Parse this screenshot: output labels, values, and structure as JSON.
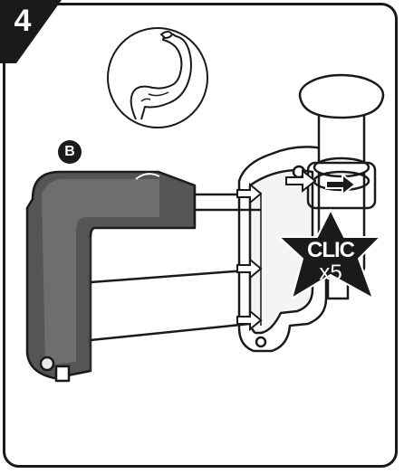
{
  "step": {
    "number": "4"
  },
  "part": {
    "letter": "B"
  },
  "clic": {
    "label": "CLIC",
    "count": "x5"
  },
  "icons": {
    "step_badge": "step-badge",
    "strength": "flexed-arm-icon",
    "arrows": "push-arrow-icon",
    "star": "burst-star-icon"
  },
  "colors": {
    "outline": "#1a1a1a",
    "part_fill": "#555555",
    "part_highlight": "#6e6e6e",
    "background": "#ffffff"
  }
}
